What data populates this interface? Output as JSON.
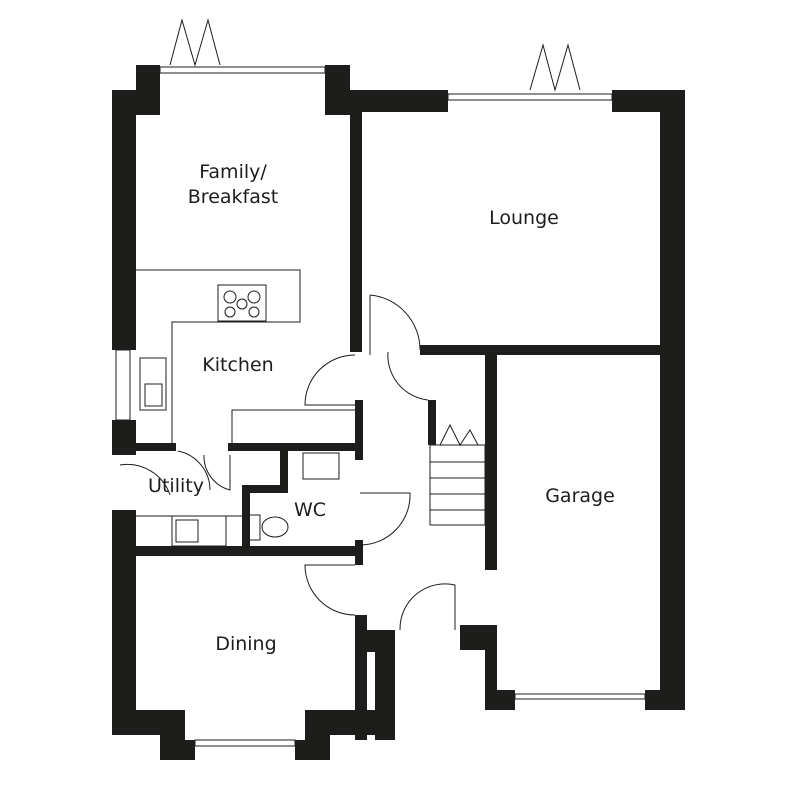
{
  "colors": {
    "wall": "#1d1d1b",
    "line": "#1d1d1b",
    "background": "#ffffff"
  },
  "rooms": [
    {
      "id": "family",
      "label": "Family/\nBreakfast"
    },
    {
      "id": "lounge",
      "label": "Lounge"
    },
    {
      "id": "kitchen",
      "label": "Kitchen"
    },
    {
      "id": "utility",
      "label": "Utility"
    },
    {
      "id": "wc",
      "label": "WC"
    },
    {
      "id": "garage",
      "label": "Garage"
    },
    {
      "id": "dining",
      "label": "Dining"
    }
  ]
}
